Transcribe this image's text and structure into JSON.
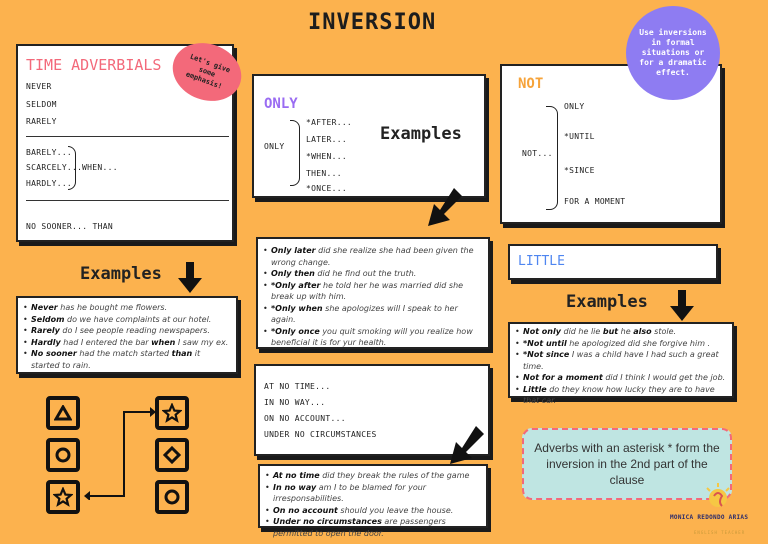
{
  "title": "INVERSION",
  "time_card": {
    "title": "TIME ADVERBIALS",
    "list1": [
      "NEVER",
      "SELDOM",
      "RARELY"
    ],
    "list2": [
      "BARELY...",
      "SCARCELY...",
      "HARDLY..."
    ],
    "when": "WHEN...",
    "no_sooner": "NO SOONER... THAN"
  },
  "emphasis_bubble": "Let's give some emphasis!",
  "only_card": {
    "title": "ONLY",
    "label": "ONLY",
    "items": [
      "*AFTER...",
      "LATER...",
      "*WHEN...",
      "THEN...",
      "*ONCE..."
    ],
    "examples_label": "Examples"
  },
  "not_card": {
    "title": "NOT",
    "label": "NOT...",
    "items": [
      "ONLY",
      "*UNTIL",
      "*SINCE",
      "FOR A MOMENT"
    ]
  },
  "formal_bubble": "Use inversions in formal situations or for a dramatic effect.",
  "little_card": {
    "title": "LITTLE"
  },
  "examples_left": {
    "heading": "Examples",
    "items": [
      {
        "b": "Never",
        "r": " has he bought me flowers."
      },
      {
        "b": "Seldom",
        "r": " do we have complaints at our hotel."
      },
      {
        "b": "Rarely",
        "r": " do I see people reading newspapers."
      },
      {
        "b": "Hardly",
        "r": " had I entered the bar ",
        "b2": "when",
        "r2": " I saw my ex."
      },
      {
        "b": "No sooner",
        "r": " had the match started ",
        "b2": "than",
        "r2": " it started to rain."
      }
    ]
  },
  "examples_mid": {
    "items": [
      {
        "b": "Only later",
        "r": " did she realize she had been given the wrong change."
      },
      {
        "b": "Only then",
        "r": " did he find out the truth."
      },
      {
        "b": "*Only after",
        "r": " he told her he was married did she break up with him."
      },
      {
        "b": "*Only when",
        "r": " she apologizes will I speak to her again."
      },
      {
        "b": "*Only once",
        "r": " you quit smoking will you realize how beneficial it is for yur health."
      }
    ]
  },
  "phrases_card": {
    "items": [
      "AT NO TIME...",
      "IN NO WAY...",
      "ON NO ACCOUNT...",
      "UNDER NO CIRCUMSTANCES"
    ]
  },
  "examples_bottom": {
    "items": [
      {
        "b": "At no time",
        "r": " did they break the rules of the game"
      },
      {
        "b": "In no way",
        "r": " am I to be blamed for your irresponsabilities."
      },
      {
        "b": "On no account",
        "r": " should you leave the house."
      },
      {
        "b": "Under no circumstances",
        "r": " are passengers permitted to open the door."
      }
    ]
  },
  "examples_right": {
    "heading": "Examples",
    "items": [
      {
        "b": "Not only",
        "r": " did he lie ",
        "b2": "but",
        "r2": " he ",
        "b3": "also",
        "r3": " stole."
      },
      {
        "b": "*Not until",
        "r": " he apologized did she forgive him ."
      },
      {
        "b": "*Not since",
        "r": " I was a child have I had such a great time."
      },
      {
        "b": "Not for a moment",
        "r": " did I think I would get the job."
      },
      {
        "b": "Little",
        "r": " do they know how lucky they are to have that car."
      }
    ]
  },
  "note": "Adverbs with an asterisk * form the inversion in the 2nd part of the clause",
  "author": "MONICA REDONDO ARIAS",
  "author_sub": "ENGLISH TEACHER",
  "colors": {
    "background": "#fcb24e",
    "pink": "#f3697a",
    "purple": "#9a6cf2",
    "orange": "#f6a33a",
    "blue": "#4f86f0",
    "teal_box": "#bfe5e2",
    "bubble": "#8e7cf2"
  }
}
